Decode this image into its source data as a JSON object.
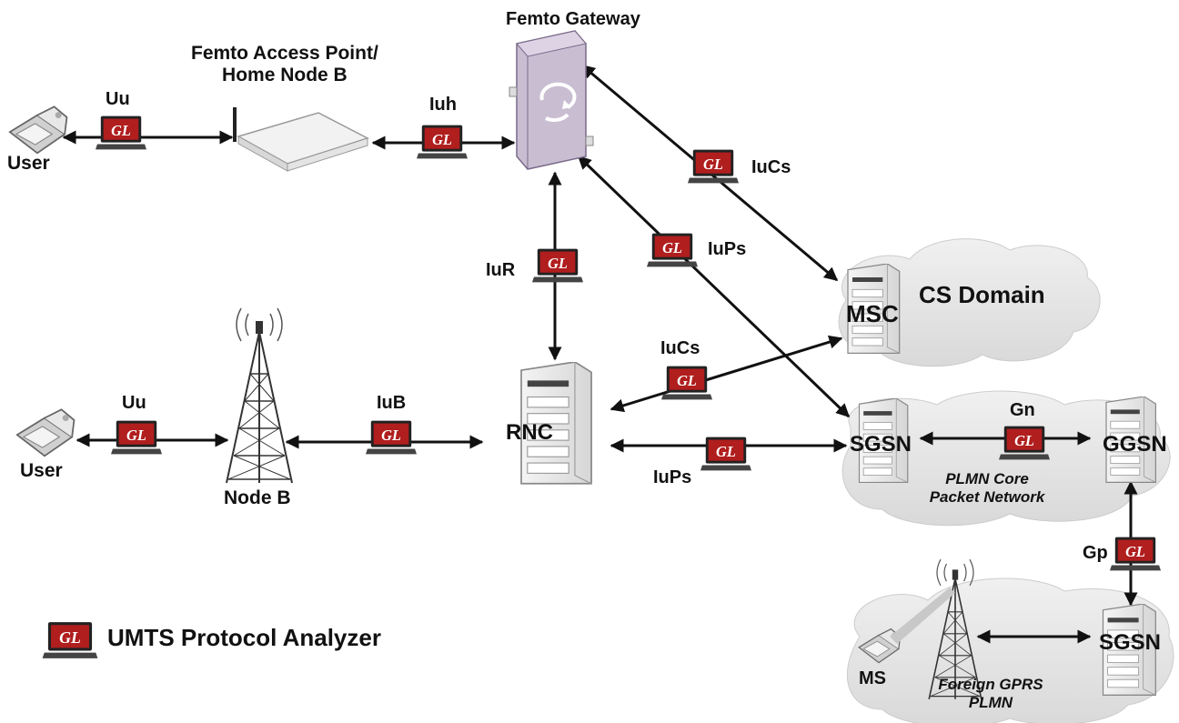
{
  "title": "Femto Gateway",
  "nodes": {
    "femto_ap_line1": "Femto Access Point/",
    "femto_ap_line2": "Home Node B",
    "user_top": "User",
    "user_bottom": "User",
    "node_b": "Node B",
    "rnc": "RNC",
    "msc": "MSC",
    "cs_domain": "CS Domain",
    "sgsn_core": "SGSN",
    "ggsn": "GGSN",
    "sgsn_foreign": "SGSN",
    "plmn_core_line1": "PLMN Core",
    "plmn_core_line2": "Packet Network",
    "foreign_line1": "Foreign GPRS",
    "foreign_line2": "PLMN",
    "ms": "MS"
  },
  "interfaces": {
    "uu_top": "Uu",
    "iuh": "Iuh",
    "iucs_top": "IuCs",
    "iups_top": "IuPs",
    "iur": "IuR",
    "uu_bottom": "Uu",
    "iub": "IuB",
    "iucs_rnc": "IuCs",
    "iups_rnc": "IuPs",
    "gn": "Gn",
    "gp": "Gp"
  },
  "analyzer_badge": "GL",
  "legend": {
    "label": "UMTS Protocol Analyzer"
  },
  "colors": {
    "badge_red": "#b01e1e",
    "cloud": "#e6e6e6",
    "arrow": "#111111",
    "gateway": "#c9bdd2"
  }
}
